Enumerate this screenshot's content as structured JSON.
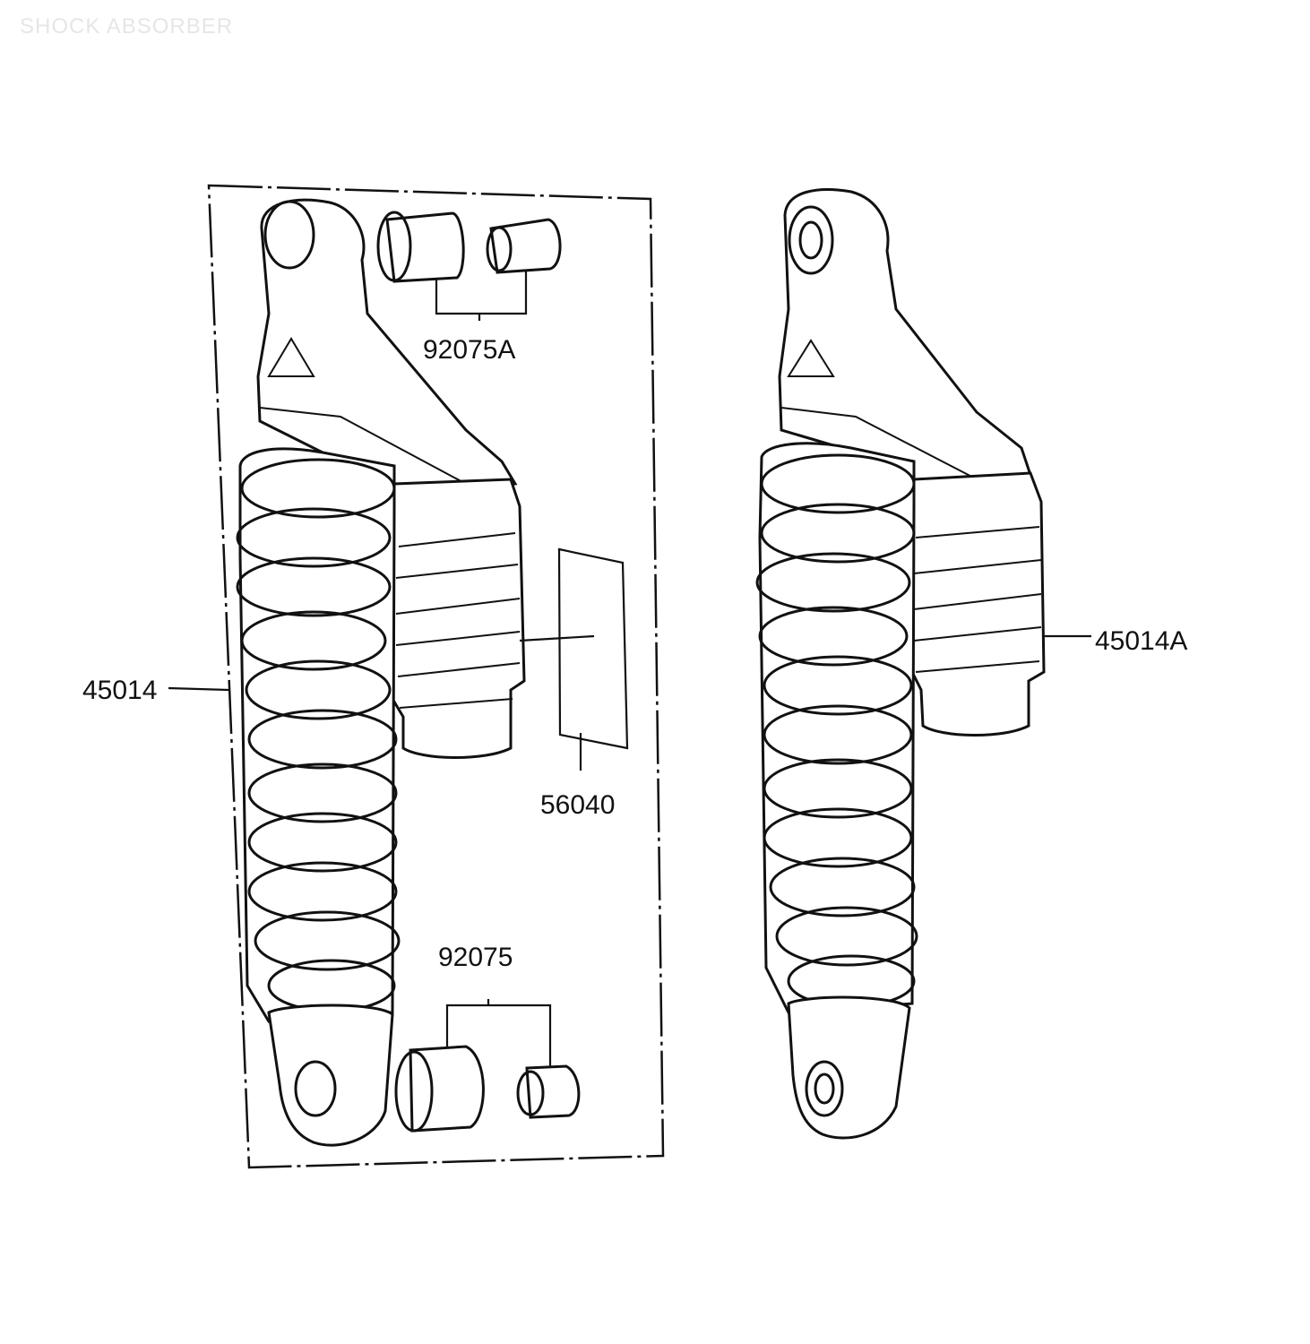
{
  "title": "SHOCK ABSORBER",
  "labels": {
    "part_92075A": "92075A",
    "part_45014": "45014",
    "part_56040": "56040",
    "part_92075": "92075",
    "part_45014A": "45014A"
  },
  "colors": {
    "ink": "#111111",
    "background": "#ffffff",
    "watermark": "#e6e6e6"
  }
}
